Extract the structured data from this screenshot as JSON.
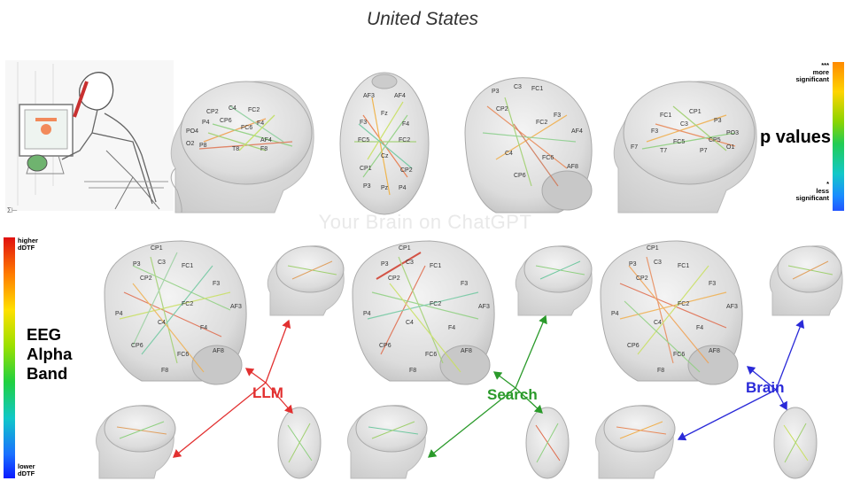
{
  "title": "United States",
  "watermark": "Your Brain on ChatGPT",
  "p_legend": {
    "top_marker": "***",
    "top_label_1": "more",
    "top_label_2": "significant",
    "title": "p values",
    "bottom_marker": "*",
    "bottom_label_1": "less",
    "bottom_label_2": "significant",
    "gradient": [
      "#ff8a00",
      "#ffd400",
      "#8bd400",
      "#22cc55",
      "#12c8c8",
      "#1a8cff",
      "#2255ff"
    ]
  },
  "dtf_legend": {
    "top_label_1": "higher",
    "top_label_2": "dDTF",
    "band_1": "EEG",
    "band_2": "Alpha",
    "band_3": "Band",
    "bottom_label_1": "lower",
    "bottom_label_2": "dDTF",
    "gradient": [
      "#e01010",
      "#ff7a00",
      "#ffe000",
      "#9be000",
      "#20d040",
      "#10c8c8",
      "#1a70ff",
      "#0a1aff"
    ]
  },
  "conditions": [
    {
      "label": "LLM",
      "color": "#e23030"
    },
    {
      "label": "Search",
      "color": "#2a9a2a"
    },
    {
      "label": "Brain",
      "color": "#2a2ad8"
    }
  ]
}
